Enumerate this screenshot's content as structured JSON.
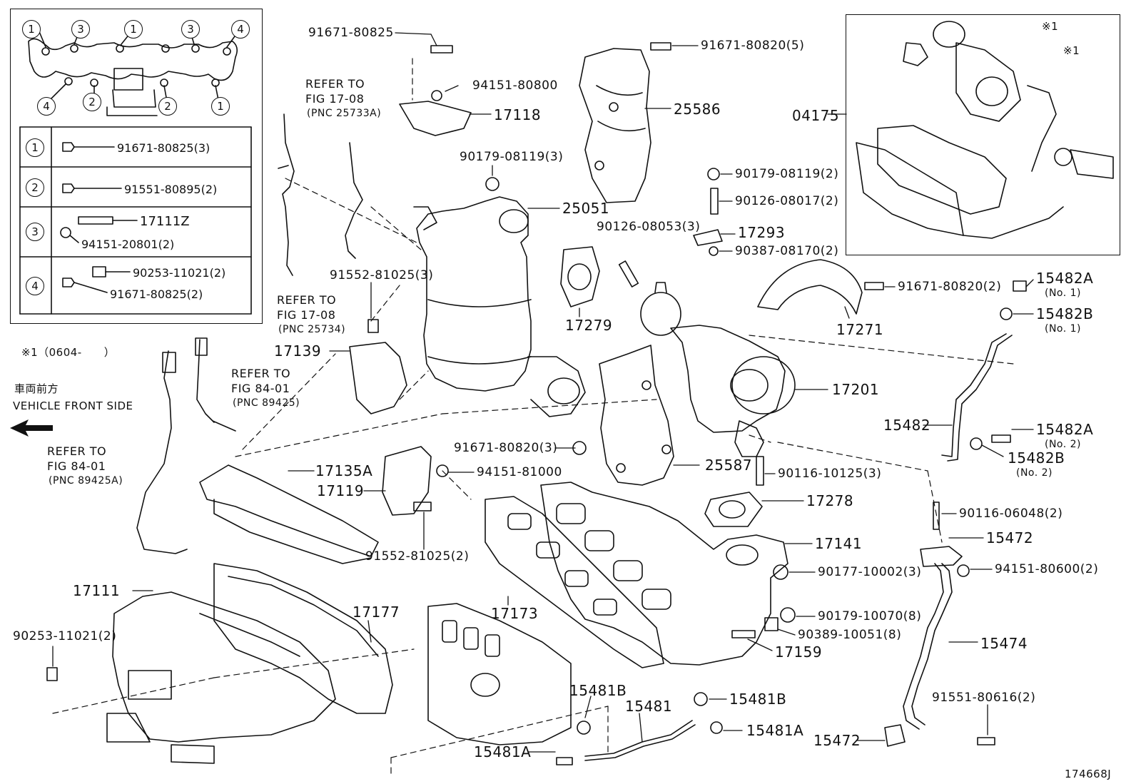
{
  "legend": {
    "top_circles": [
      "1",
      "3",
      "1",
      "3",
      "4"
    ],
    "body_circles": [
      "4",
      "2",
      "2",
      "1"
    ],
    "rows": [
      {
        "num": "1",
        "parts": [
          "91671-80825(3)"
        ]
      },
      {
        "num": "2",
        "parts": [
          "91551-80895(2)"
        ]
      },
      {
        "num": "3",
        "parts": [
          "17111Z",
          "94151-20801(2)"
        ]
      },
      {
        "num": "4",
        "parts": [
          "90253-11021(2)",
          "91671-80825(2)"
        ]
      }
    ]
  },
  "notes": {
    "star_note": "※1（0604-　　）",
    "jp_front": "車両前方",
    "en_front": "VEHICLE FRONT SIDE",
    "diagram_id": "174668J"
  },
  "refs": [
    {
      "line1": "REFER TO",
      "line2": "FIG 17-08",
      "pnc": "(PNC 25733A)"
    },
    {
      "line1": "REFER TO",
      "line2": "FIG 17-08",
      "pnc": "(PNC 25734)"
    },
    {
      "line1": "REFER TO",
      "line2": "FIG 84-01",
      "pnc": "(PNC 89425)"
    },
    {
      "line1": "REFER TO",
      "line2": "FIG 84-01",
      "pnc": "(PNC 89425A)"
    }
  ],
  "inset": {
    "label": "04175",
    "star1": "※1",
    "star2": "※1"
  },
  "parts": {
    "p91671_80825": "91671-80825",
    "p94151_80800": "94151-80800",
    "p17118": "17118",
    "p91671_80820_5": "91671-80820(5)",
    "p25586": "25586",
    "p90179_08119_3": "90179-08119(3)",
    "p25051": "25051",
    "p90179_08119_2": "90179-08119(2)",
    "p90126_08017_2": "90126-08017(2)",
    "p90126_08053_3": "90126-08053(3)",
    "p17293": "17293",
    "p90387_08170_2": "90387-08170(2)",
    "p91552_81025_3": "91552-81025(3)",
    "p17279": "17279",
    "p17271": "17271",
    "p91671_80820_2": "91671-80820(2)",
    "p15482A_1": "15482A",
    "p15482A_1_sub": "(No. 1)",
    "p15482B_1": "15482B",
    "p15482B_1_sub": "(No. 1)",
    "p17139": "17139",
    "p17201": "17201",
    "p15482": "15482",
    "p15482A_2": "15482A",
    "p15482A_2_sub": "(No. 2)",
    "p15482B_2": "15482B",
    "p15482B_2_sub": "(No. 2)",
    "p91671_80820_3": "91671-80820(3)",
    "p25587": "25587",
    "p90116_10125_3": "90116-10125(3)",
    "p17135A": "17135A",
    "p94151_81000": "94151-81000",
    "p17119": "17119",
    "p17278": "17278",
    "p90116_06048_2": "90116-06048(2)",
    "p15472_top": "15472",
    "p91552_81025_2": "91552-81025(2)",
    "p17141": "17141",
    "p90177_10002_3": "90177-10002(3)",
    "p94151_80600_2": "94151-80600(2)",
    "p17111": "17111",
    "p17177": "17177",
    "p17173": "17173",
    "p90179_10070_8": "90179-10070(8)",
    "p90389_10051_8": "90389-10051(8)",
    "p17159": "17159",
    "p15474": "15474",
    "p90253_11021_2": "90253-11021(2)",
    "p15481B_a": "15481B",
    "p15481": "15481",
    "p15481B_b": "15481B",
    "p15481A_b": "15481A",
    "p91551_80616_2": "91551-80616(2)",
    "p15472_bot": "15472",
    "p15481A_a": "15481A"
  }
}
